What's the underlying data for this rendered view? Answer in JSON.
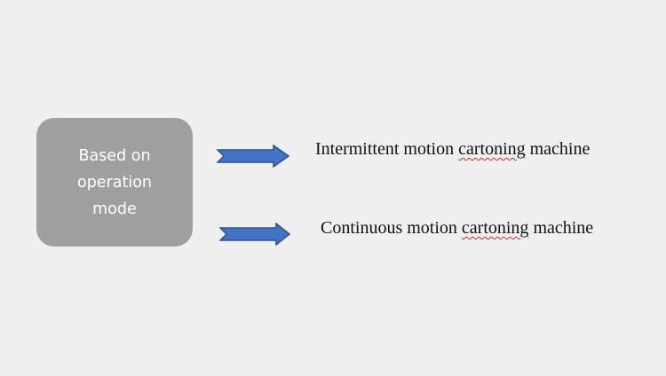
{
  "diagram": {
    "source": {
      "label": "Based on\noperation\nmode"
    },
    "targets": [
      {
        "label_prefix": "Intermittent motion ",
        "label_flagged": "cartoning",
        "label_suffix": " machine"
      },
      {
        "label_prefix": "Continuous motion ",
        "label_flagged": "cartoning",
        "label_suffix": " machine"
      }
    ],
    "colors": {
      "background": "#efefef",
      "box_fill": "#9f9f9f",
      "box_text": "#ffffff",
      "arrow_fill": "#4472c4",
      "arrow_stroke": "#2f528f",
      "text": "#111111",
      "spellcheck_underline": "#d22a2a"
    },
    "icons": {
      "connector": "right-arrow-icon"
    }
  }
}
